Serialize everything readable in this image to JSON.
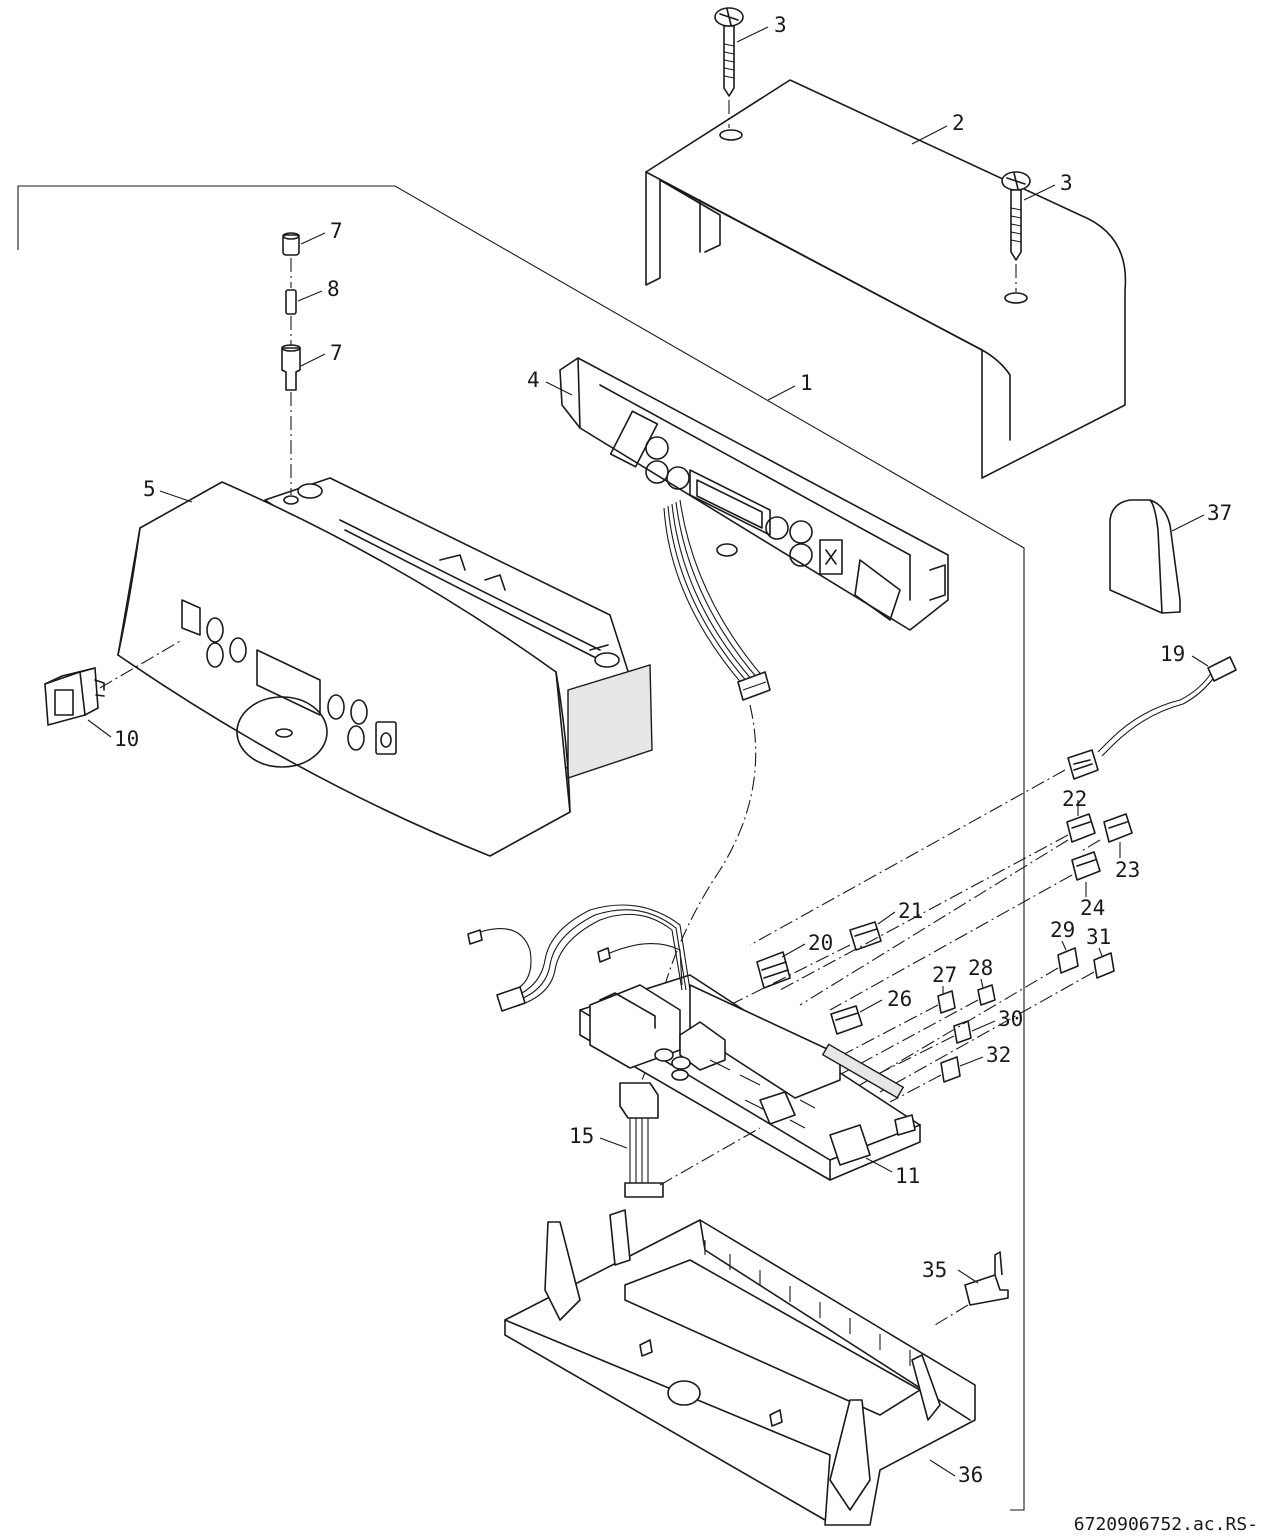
{
  "diagram": {
    "reference": "6720906752.ac.RS-",
    "parts": [
      {
        "key": "p1",
        "number": "1"
      },
      {
        "key": "p2",
        "number": "2"
      },
      {
        "key": "p3a",
        "number": "3"
      },
      {
        "key": "p3b",
        "number": "3"
      },
      {
        "key": "p4",
        "number": "4"
      },
      {
        "key": "p5",
        "number": "5"
      },
      {
        "key": "p7a",
        "number": "7"
      },
      {
        "key": "p8",
        "number": "8"
      },
      {
        "key": "p7b",
        "number": "7"
      },
      {
        "key": "p10",
        "number": "10"
      },
      {
        "key": "p11",
        "number": "11"
      },
      {
        "key": "p15",
        "number": "15"
      },
      {
        "key": "p19",
        "number": "19"
      },
      {
        "key": "p20",
        "number": "20"
      },
      {
        "key": "p21",
        "number": "21"
      },
      {
        "key": "p22",
        "number": "22"
      },
      {
        "key": "p23",
        "number": "23"
      },
      {
        "key": "p24",
        "number": "24"
      },
      {
        "key": "p26",
        "number": "26"
      },
      {
        "key": "p27",
        "number": "27"
      },
      {
        "key": "p28",
        "number": "28"
      },
      {
        "key": "p29",
        "number": "29"
      },
      {
        "key": "p30",
        "number": "30"
      },
      {
        "key": "p31",
        "number": "31"
      },
      {
        "key": "p32",
        "number": "32"
      },
      {
        "key": "p35",
        "number": "35"
      },
      {
        "key": "p36",
        "number": "36"
      },
      {
        "key": "p37",
        "number": "37"
      }
    ]
  }
}
